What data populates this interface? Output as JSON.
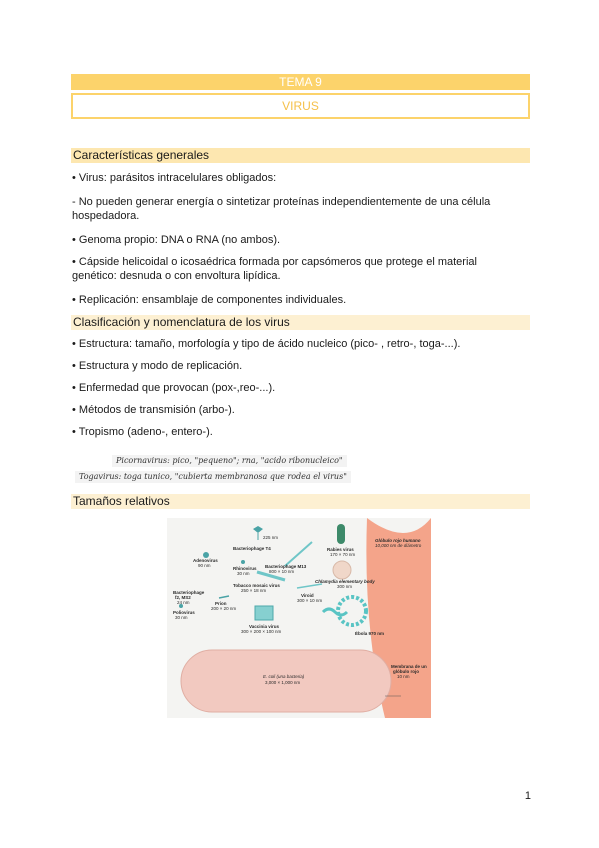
{
  "header": {
    "topic": "TEMA 9",
    "title": "VIRUS"
  },
  "sections": {
    "general": {
      "heading": "Características generales",
      "items": [
        "• Virus: parásitos intracelulares obligados:",
        "- No pueden generar energía o sintetizar proteínas independientemente de una célula hospedadora.",
        "• Genoma propio: DNA o RNA (no ambos).",
        "• Cápside helicoidal o icosaédrica formada por capsómeros que protege el material genético: desnuda o con envoltura lipídica.",
        "• Replicación: ensamblaje de componentes individuales."
      ]
    },
    "classification": {
      "heading": "Clasificación y nomenclatura de los virus",
      "items": [
        "• Estructura: tamaño, morfología y tipo de ácido nucleico (pico- , retro-, toga-...).",
        "• Estructura y modo de replicación.",
        "• Enfermedad que provocan (pox-,reo-...).",
        "• Métodos de transmisión (arbo-).",
        "• Tropismo (adeno-, entero-)."
      ],
      "captions": [
        "Picornavirus: pico, \"pequeno\"; rna, \"acido ribonucleico\"",
        "Togavirus: toga tunico, \"cubierta membranosa que rodea el virus\""
      ]
    },
    "sizes": {
      "heading": "Tamaños relativos",
      "figure_labels": {
        "t4": "Bacteriophage T4",
        "t4_size": "225 nm",
        "adeno": "Adenovirus",
        "adeno_size": "90 nm",
        "rhino": "Rhinovirus",
        "rhino_size": "30 nm",
        "m13": "Bacteriophage M13",
        "m13_size": "800 × 10 nm",
        "rabies": "Rabies virus",
        "rabies_size": "170 × 70 nm",
        "chlamydia": "Chlamydia elementary body",
        "chlamydia_size": "300 nm",
        "f2": "Bacteriophage",
        "f2_b": "f2, MS2",
        "f2_size": "24 nm",
        "tmv": "Tobacco mosaic virus",
        "tmv_size": "250 × 18 nm",
        "viroid": "Viroid",
        "viroid_size": "300 × 10 nm",
        "prion": "Prion",
        "prion_size": "200 × 20 nm",
        "polio": "Poliovirus",
        "polio_size": "30 nm",
        "vaccinia": "Vaccinia virus",
        "vaccinia_size": "300 × 200 × 100 nm",
        "ebola": "Ébola 970 nm",
        "rbc": "Glóbulo rojo humano",
        "rbc_size": "10,000 nm de diámetro",
        "ecoli": "E. coli (una bacteria)",
        "ecoli_size": "3,000 × 1,000 nm",
        "membrane": "Membrana de un",
        "membrane_b": "glóbulo rojo",
        "membrane_size": "10 nm"
      }
    }
  },
  "page_number": "1",
  "colors": {
    "band": "#fcd36b",
    "section": "#fde7b0",
    "title_text": "#ffffff",
    "rbc": "#f4a48a",
    "ecoli": "#f2c9c0"
  }
}
